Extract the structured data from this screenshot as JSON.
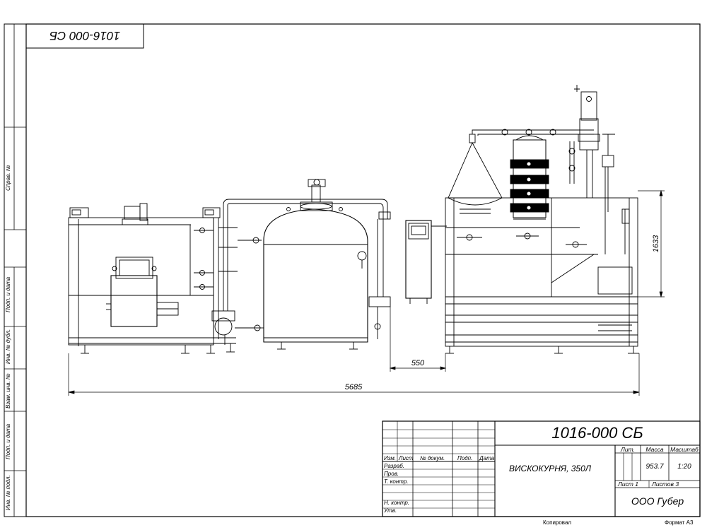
{
  "drawing": {
    "code": "1016-000 СБ",
    "code_rotated": "1016-000 СБ",
    "title": "ВИСКОКУРНЯ, 350Л",
    "mass": "953.7",
    "scale": "1:20",
    "company": "ООО Губер",
    "sheet": "Лист 1",
    "sheets": "Листов 3",
    "copied": "Копировал",
    "format": "Формат А3"
  },
  "stamp_headers": {
    "izm": "Изм.",
    "list": "Лист",
    "doc": "№ докум.",
    "sign": "Подп.",
    "date": "Дата",
    "lit": "Лит.",
    "mass": "Масса",
    "scale": "Масштаб"
  },
  "stamp_roles": {
    "razrab": "Разраб.",
    "prov": "Пров.",
    "tkontr": "Т. контр.",
    "nkontr": "Н. контр.",
    "utv": "Утв."
  },
  "side_labels": {
    "sprav": "Справ. №",
    "podp1": "Подп. и дата",
    "inv_dubl": "Инв. № дубл.",
    "vzam": "Взам. инв. №",
    "podp2": "Подп. и дата",
    "inv_podl": "Инв. № подл."
  },
  "dimensions": {
    "total_length": "5685",
    "gap": "550",
    "height": "1633"
  }
}
